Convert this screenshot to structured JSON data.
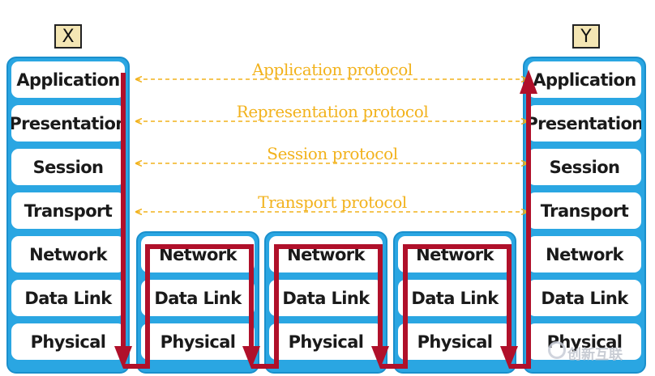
{
  "hosts": {
    "left": "X",
    "right": "Y"
  },
  "endpoint_layers": [
    "Application",
    "Presentation",
    "Session",
    "Transport",
    "Network",
    "Data Link",
    "Physical"
  ],
  "router_layers": [
    "Network",
    "Data Link",
    "Physical"
  ],
  "protocols": [
    "Application protocol",
    "Representation protocol",
    "Session protocol",
    "Transport protocol"
  ],
  "colors": {
    "stack": "#2aa6e2",
    "flow": "#b0102a",
    "protocol": "#f2b21c"
  },
  "watermark": "创新互联"
}
